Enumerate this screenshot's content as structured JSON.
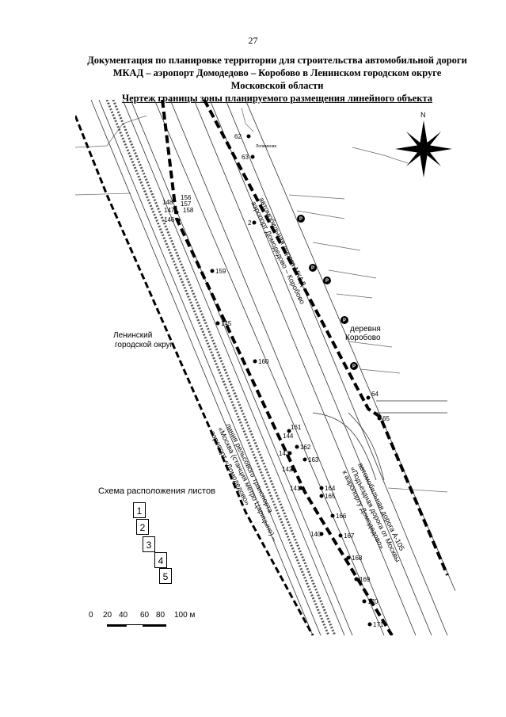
{
  "page_number": "27",
  "title": {
    "line1": "Документация по планировке территории для строительства автомобильной дороги",
    "line2": "МКАД – аэропорт Домодедово – Коробово в Ленинском городском округе",
    "line3": "Московской области",
    "line4": "Чертеж границы зоны планируемого размещения линейного объекта"
  },
  "map": {
    "compass_label": "N",
    "area_label_1": "Ленинский",
    "area_label_2": "городской округ",
    "village_label_1": "деревня",
    "village_label_2": "Коробово",
    "road_mkad_1": "автомобильная дорога МКАД –",
    "road_mkad_2": "аэропорт Домодедово – Коробово",
    "road_a105_1": "автомобильная дорога А-105",
    "road_a105_2": "«Подъездная дорога от Москвы",
    "road_a105_3": "к аэропорту Домодедово»",
    "rail_1": "линия рельсового транспорта",
    "rail_2": "«Москва (станция метро Царицыно) –",
    "rail_3": "аэропорт «Домодедово»",
    "parking_symbol": "P",
    "small_label": "Лолемения",
    "points": [
      {
        "id": "62"
      },
      {
        "id": "63"
      },
      {
        "id": "2"
      },
      {
        "id": "156"
      },
      {
        "id": "157"
      },
      {
        "id": "158"
      },
      {
        "id": "148"
      },
      {
        "id": "147"
      },
      {
        "id": "146"
      },
      {
        "id": "159"
      },
      {
        "id": "145"
      },
      {
        "id": "160"
      },
      {
        "id": "161"
      },
      {
        "id": "144"
      },
      {
        "id": "162"
      },
      {
        "id": "143"
      },
      {
        "id": "163"
      },
      {
        "id": "142"
      },
      {
        "id": "141"
      },
      {
        "id": "164"
      },
      {
        "id": "165"
      },
      {
        "id": "166"
      },
      {
        "id": "140"
      },
      {
        "id": "167"
      },
      {
        "id": "168"
      },
      {
        "id": "169"
      },
      {
        "id": "170"
      },
      {
        "id": "171"
      },
      {
        "id": "64"
      },
      {
        "id": "65"
      }
    ]
  },
  "scheme": {
    "title": "Схема расположения листов",
    "sheets": [
      "1",
      "2",
      "3",
      "4",
      "5"
    ]
  },
  "scale": {
    "labels": [
      "0",
      "20",
      "40",
      "60",
      "80",
      "100 м"
    ]
  }
}
